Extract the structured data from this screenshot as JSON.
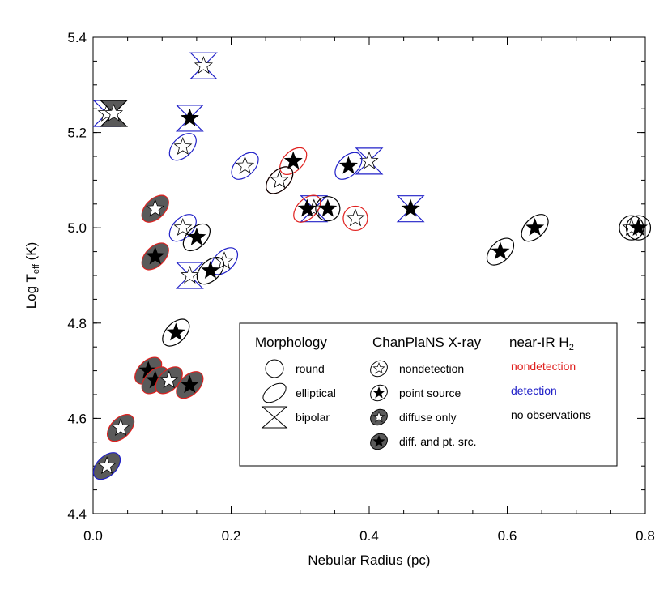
{
  "chart_data": {
    "type": "scatter",
    "xlabel": "Nebular Radius (pc)",
    "ylabel": "Log T",
    "ylabel_sub": "eff",
    "ylabel_tail": " (K)",
    "xlim": [
      0.0,
      0.8
    ],
    "ylim": [
      4.4,
      5.4
    ],
    "xticks": [
      "0.0",
      "0.2",
      "0.4",
      "0.6",
      "0.8"
    ],
    "yticks": [
      "4.4",
      "4.6",
      "4.8",
      "5.0",
      "5.2",
      "5.4"
    ],
    "colors": {
      "red": "#e0201e",
      "blue": "#2020c8",
      "black": "#000000",
      "gray": "#5a5a5a"
    },
    "points": [
      {
        "x": 0.02,
        "y": 5.24,
        "shape": "bipolar",
        "star": "nondetection",
        "h2": "detection"
      },
      {
        "x": 0.16,
        "y": 5.34,
        "shape": "bipolar",
        "star": "nondetection",
        "h2": "detection"
      },
      {
        "x": 0.14,
        "y": 5.23,
        "shape": "bipolar",
        "star": "point",
        "h2": "detection"
      },
      {
        "x": 0.14,
        "y": 4.9,
        "shape": "bipolar",
        "star": "nondetection",
        "h2": "detection"
      },
      {
        "x": 0.32,
        "y": 5.04,
        "shape": "bipolar",
        "star": "nondetection",
        "h2": "detection"
      },
      {
        "x": 0.4,
        "y": 5.14,
        "shape": "bipolar",
        "star": "nondetection",
        "h2": "detection"
      },
      {
        "x": 0.46,
        "y": 5.04,
        "shape": "bipolar",
        "star": "point",
        "h2": "detection"
      },
      {
        "x": 0.13,
        "y": 5.17,
        "shape": "elliptical",
        "star": "nondetection",
        "h2": "detection"
      },
      {
        "x": 0.22,
        "y": 5.13,
        "shape": "elliptical",
        "star": "nondetection",
        "h2": "detection"
      },
      {
        "x": 0.37,
        "y": 5.13,
        "shape": "elliptical",
        "star": "point",
        "h2": "detection"
      },
      {
        "x": 0.13,
        "y": 5.0,
        "shape": "elliptical",
        "star": "nondetection",
        "h2": "detection"
      },
      {
        "x": 0.19,
        "y": 4.93,
        "shape": "elliptical",
        "star": "nondetection",
        "h2": "detection"
      },
      {
        "x": 0.02,
        "y": 4.5,
        "shape": "elliptical",
        "star": "diffuse",
        "h2": "detection"
      },
      {
        "x": 0.29,
        "y": 5.14,
        "shape": "elliptical",
        "star": "point",
        "h2": "nondetection"
      },
      {
        "x": 0.27,
        "y": 5.1,
        "shape": "elliptical",
        "star": "point",
        "h2": "nondetection"
      },
      {
        "x": 0.31,
        "y": 5.04,
        "shape": "elliptical",
        "star": "point",
        "h2": "nondetection"
      },
      {
        "x": 0.38,
        "y": 5.02,
        "shape": "round",
        "star": "nondetection",
        "h2": "nondetection"
      },
      {
        "x": 0.27,
        "y": 5.1,
        "shape": "elliptical",
        "star": "nondetection",
        "h2": "none"
      },
      {
        "x": 0.34,
        "y": 5.04,
        "shape": "round",
        "star": "point",
        "h2": "none"
      },
      {
        "x": 0.15,
        "y": 4.98,
        "shape": "elliptical",
        "star": "point",
        "h2": "none"
      },
      {
        "x": 0.17,
        "y": 4.91,
        "shape": "elliptical",
        "star": "point",
        "h2": "none"
      },
      {
        "x": 0.12,
        "y": 4.78,
        "shape": "elliptical",
        "star": "point",
        "h2": "none"
      },
      {
        "x": 0.59,
        "y": 4.95,
        "shape": "elliptical",
        "star": "point",
        "h2": "none"
      },
      {
        "x": 0.64,
        "y": 5.0,
        "shape": "elliptical",
        "star": "point",
        "h2": "none"
      },
      {
        "x": 0.78,
        "y": 5.0,
        "shape": "round",
        "star": "nondetection",
        "h2": "none"
      },
      {
        "x": 0.79,
        "y": 5.0,
        "shape": "round",
        "star": "point",
        "h2": "none"
      },
      {
        "x": 0.09,
        "y": 5.04,
        "shape": "elliptical",
        "star": "diffuse",
        "h2": "nondetection"
      },
      {
        "x": 0.09,
        "y": 4.94,
        "shape": "elliptical",
        "star": "diffpt",
        "h2": "nondetection"
      },
      {
        "x": 0.08,
        "y": 4.7,
        "shape": "elliptical",
        "star": "diffpt",
        "h2": "nondetection"
      },
      {
        "x": 0.09,
        "y": 4.68,
        "shape": "elliptical",
        "star": "diffpt",
        "h2": "nondetection"
      },
      {
        "x": 0.11,
        "y": 4.68,
        "shape": "elliptical",
        "star": "diffuse",
        "h2": "nondetection"
      },
      {
        "x": 0.14,
        "y": 4.67,
        "shape": "elliptical",
        "star": "diffpt",
        "h2": "nondetection"
      },
      {
        "x": 0.04,
        "y": 4.58,
        "shape": "elliptical",
        "star": "diffuse",
        "h2": "nondetection"
      },
      {
        "x": 0.03,
        "y": 5.24,
        "shape": "bipolar",
        "star": "diffuse",
        "h2": "none"
      }
    ],
    "legend": {
      "placement": "lower-right",
      "morphology": {
        "title": "Morphology",
        "items": [
          {
            "shape": "round",
            "label": "round"
          },
          {
            "shape": "elliptical",
            "label": "elliptical"
          },
          {
            "shape": "bipolar",
            "label": "bipolar"
          }
        ]
      },
      "xray": {
        "title": "ChanPlaNS X-ray",
        "items": [
          {
            "star": "nondetection",
            "label": "nondetection"
          },
          {
            "star": "point",
            "label": "point source"
          },
          {
            "star": "diffuse",
            "label": "diffuse only"
          },
          {
            "star": "diffpt",
            "label": "diff. and pt. src."
          }
        ]
      },
      "h2": {
        "title": "near-IR H",
        "title_sub": "2",
        "items": [
          {
            "label": "nondetection",
            "color": "#e0201e"
          },
          {
            "label": "detection",
            "color": "#2020c8"
          },
          {
            "label": "no observations",
            "color": "#000000"
          }
        ]
      }
    }
  }
}
